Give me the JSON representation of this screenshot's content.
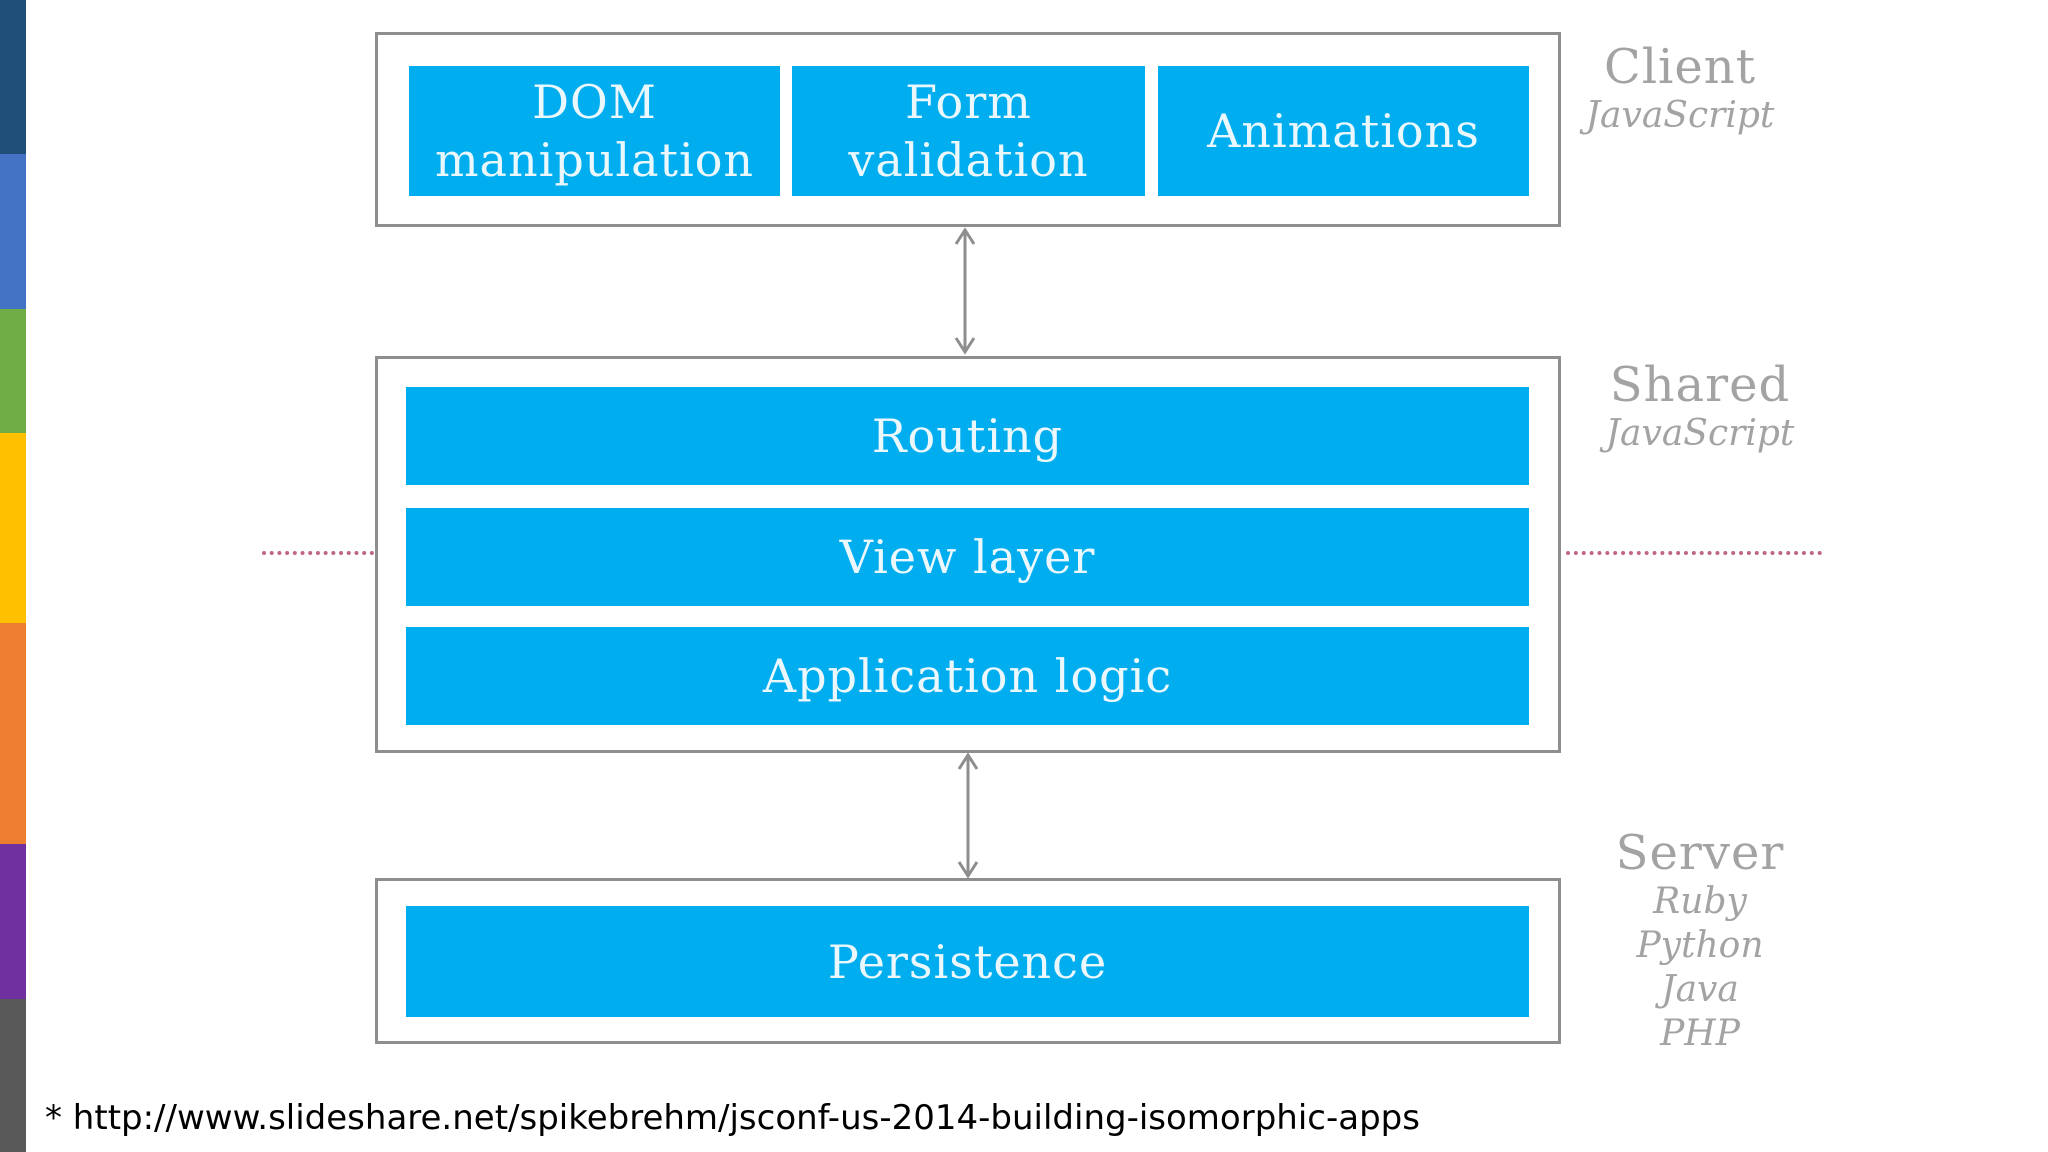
{
  "side_bar": {
    "colors": [
      "#1f4e79",
      "#4472c4",
      "#70ad47",
      "#ffc000",
      "#ed7d31",
      "#7030a0",
      "#595959"
    ]
  },
  "client": {
    "blocks": [
      "DOM\nmanipulation",
      "Form\nvalidation",
      "Animations"
    ],
    "label": "Client",
    "languages": [
      "JavaScript"
    ]
  },
  "shared": {
    "blocks": [
      "Routing",
      "View layer",
      "Application logic"
    ],
    "label": "Shared",
    "languages": [
      "JavaScript"
    ]
  },
  "server": {
    "blocks": [
      "Persistence"
    ],
    "label": "Server",
    "languages": [
      "Ruby",
      "Python",
      "Java",
      "PHP"
    ]
  },
  "footnote": "* http://www.slideshare.net/spikebrehm/jsconf-us-2014-building-isomorphic-apps",
  "colors": {
    "block_fill": "#00aeef",
    "block_text": "#eaf7fd",
    "box_border": "#8e8e8e",
    "label_text": "#a3a3a3",
    "divider": "#c0668a"
  }
}
